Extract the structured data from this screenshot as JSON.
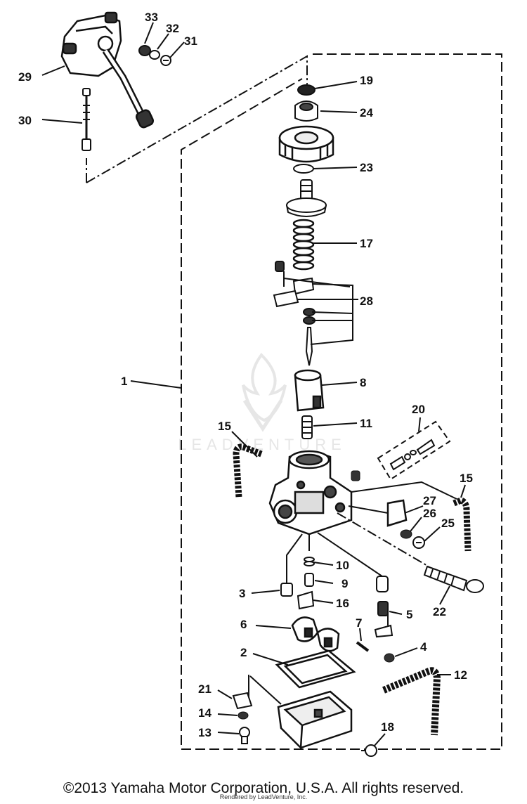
{
  "colors": {
    "ink": "#111111",
    "paper": "#ffffff",
    "watermark": "#e4e4e4"
  },
  "watermark": {
    "text": "LEADVENTURE"
  },
  "footer": {
    "copyright": "©2013 Yamaha Motor Corporation, U.S.A. All rights reserved.",
    "rendered": "Rendered by LeadVenture, Inc."
  },
  "callouts": {
    "c1": "1",
    "c2": "2",
    "c3": "3",
    "c4": "4",
    "c5": "5",
    "c6": "6",
    "c7": "7",
    "c8": "8",
    "c9": "9",
    "c10": "10",
    "c11": "11",
    "c12": "12",
    "c13": "13",
    "c14": "14",
    "c15a": "15",
    "c15b": "15",
    "c16": "16",
    "c17": "17",
    "c18": "18",
    "c19": "19",
    "c20": "20",
    "c21": "21",
    "c22": "22",
    "c23": "23",
    "c24": "24",
    "c25": "25",
    "c26": "26",
    "c27": "27",
    "c28": "28",
    "c29": "29",
    "c30": "30",
    "c31": "31",
    "c32": "32",
    "c33": "33"
  }
}
